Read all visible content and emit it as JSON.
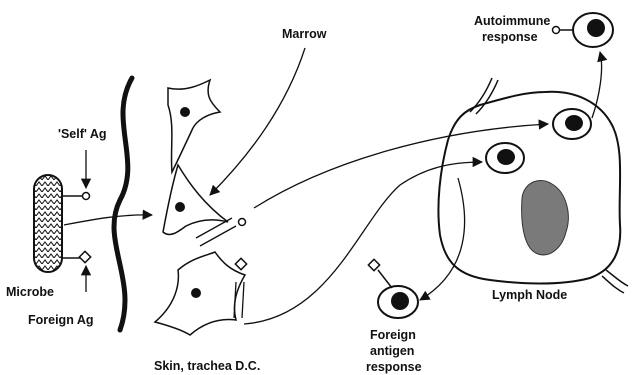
{
  "labels": {
    "marrow": "Marrow",
    "self_ag": "'Self' Ag",
    "microbe": "Microbe",
    "foreign_ag": "Foreign Ag",
    "skin_dc": "Skin, trachea  D.C.",
    "lymph_node": "Lymph Node",
    "autoimmune_line1": "Autoimmune",
    "autoimmune_line2": "response",
    "foreign_resp_line1": "Foreign",
    "foreign_resp_line2": "antigen",
    "foreign_resp_line3": "response"
  },
  "colors": {
    "ink": "#111111",
    "nucleus_fill": "#7a7a7a",
    "background": "#ffffff"
  }
}
